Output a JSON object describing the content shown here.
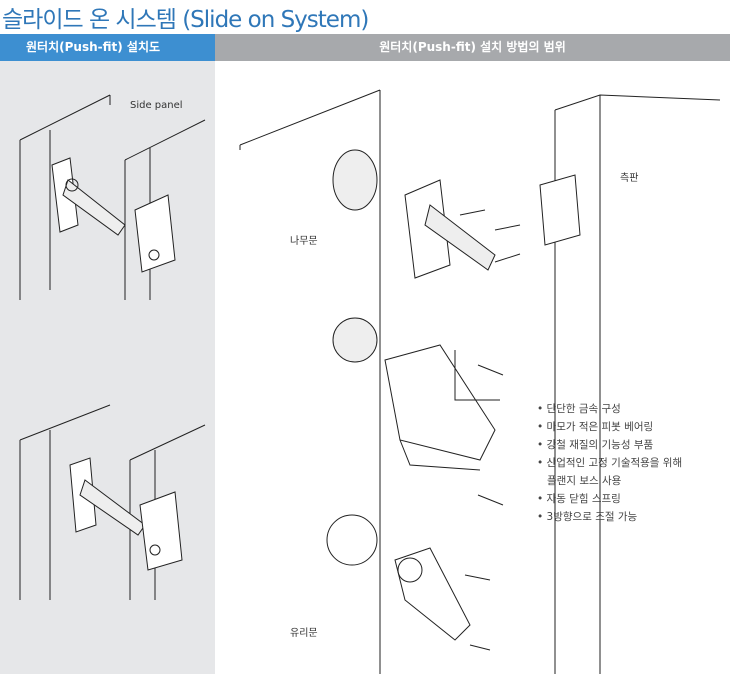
{
  "title": "슬라이드 온 시스템 (Slide on System)",
  "header": {
    "left": "원터치(Push-fit) 설치도",
    "right": "원터치(Push-fit) 설치 방법의 범위"
  },
  "labels": {
    "side_panel": "Side  panel",
    "wood_door": "나무문",
    "side_board": "측판",
    "glass_door": "유리문"
  },
  "features": [
    "단단한 금속 구성",
    "마모가 적은 피봇 베어링",
    "강철 재질의 기능성 부품",
    "산업적인 고정 기술적용을 위해",
    "플랜지 보스 사용",
    "자동 닫힘 스프링",
    "3방향으로 조절 가능"
  ],
  "colors": {
    "title": "#2f77b8",
    "header_left": "#3d8fd1",
    "header_right": "#a7a9ac",
    "left_bg": "#e6e7e9"
  }
}
